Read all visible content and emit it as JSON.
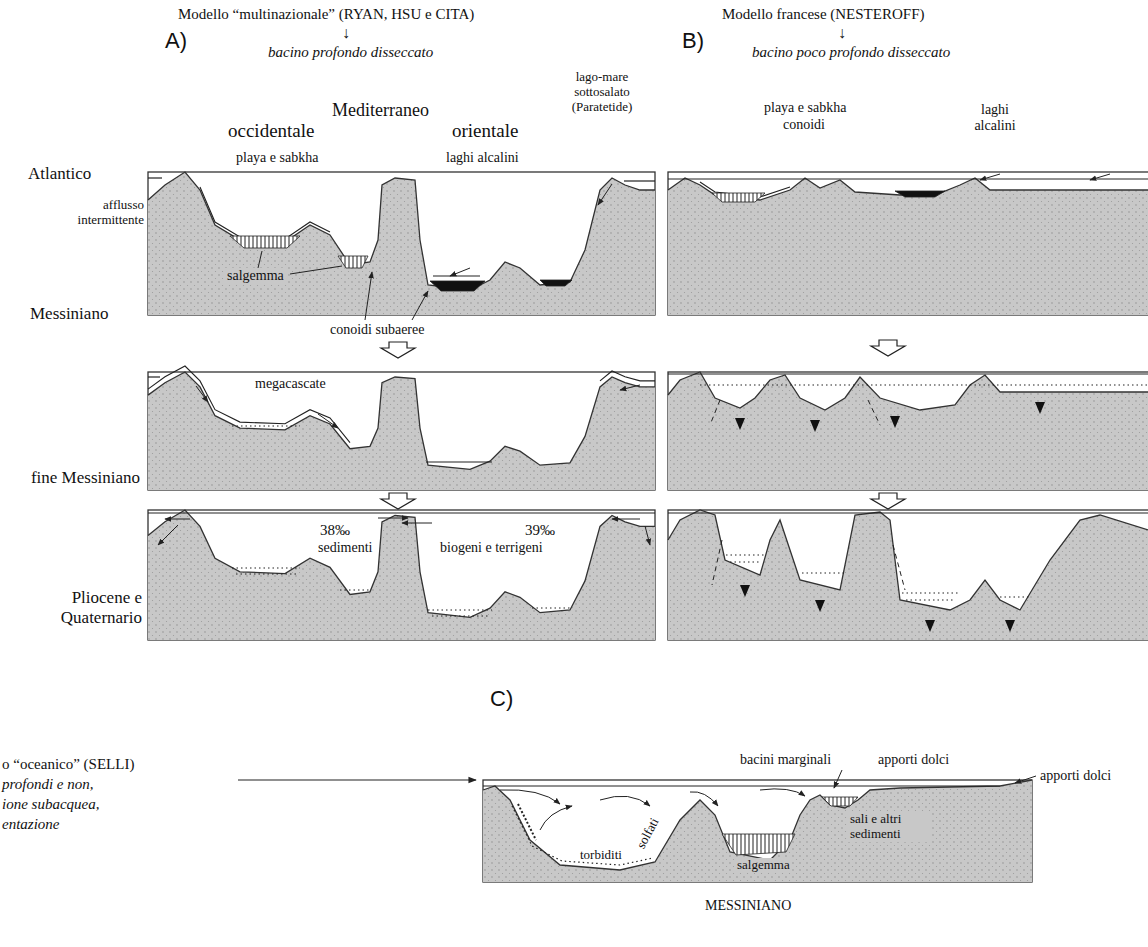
{
  "diagram": {
    "labels": [
      "A)",
      "Modello “multinazionale” (RYAN, HSU e CITA)",
      "↓",
      "bacino profondo disseccato",
      "B)",
      "Modello francese (NESTEROFF)",
      "↓",
      "bacino poco profondo disseccato",
      "Mediterraneo",
      "lago-mare sottosalato (Paratetide)",
      "Atlantico",
      "occidentale",
      "orientale",
      "afflusso intermittente",
      "playa e sabkha",
      "laghi alcalini",
      "salgemma",
      "Messiniano",
      "conoidi subaeree",
      "playa e sabkha",
      "conoidi",
      "laghi alcalini",
      "megacascate",
      "fine Messiniano",
      "38‰",
      "sedimenti",
      "39‰",
      "biogeni e terrigeni",
      "Pliocene e Quaternario",
      "C)",
      "o “oceanico” (SELLI)",
      "profondi e non,",
      "ione subacquea,",
      "entazione",
      "bacini marginali",
      "apporti dolci",
      "apporti dolci",
      "sali e altri sedimenti",
      "salgemma",
      "solfati",
      "torbiditi",
      "MESSINIANO"
    ]
  }
}
